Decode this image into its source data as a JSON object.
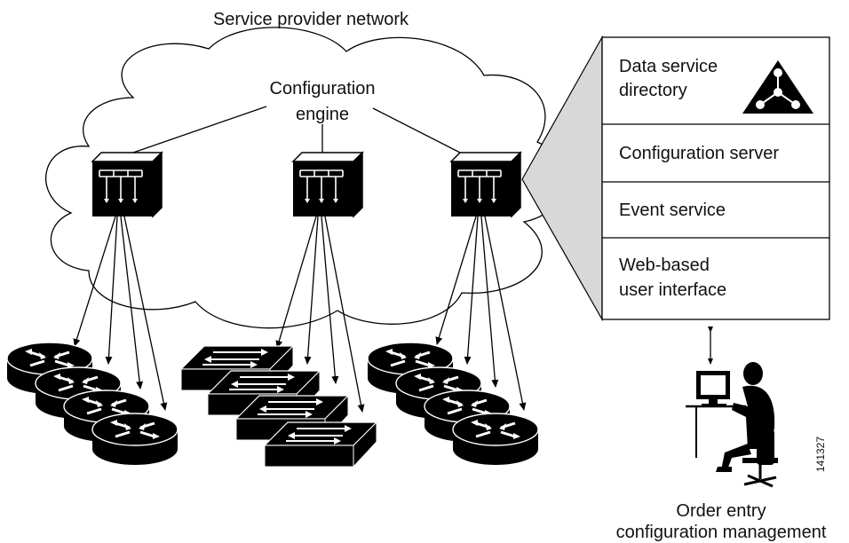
{
  "cloud_label": "Service provider network",
  "engine_label": [
    "Configuration",
    "engine"
  ],
  "panel": {
    "rows": [
      {
        "lines": [
          "Data service",
          "directory"
        ],
        "icon": "triangle-directory-icon"
      },
      {
        "lines": [
          "Configuration server"
        ]
      },
      {
        "lines": [
          "Event service"
        ]
      },
      {
        "lines": [
          "Web-based",
          "user interface"
        ]
      }
    ]
  },
  "figure_id": "141327",
  "operator_label": [
    "Order entry",
    "configuration management"
  ],
  "colors": {
    "device": "#000000",
    "panel_shade": "#d8d8d8",
    "outline": "#000000"
  }
}
